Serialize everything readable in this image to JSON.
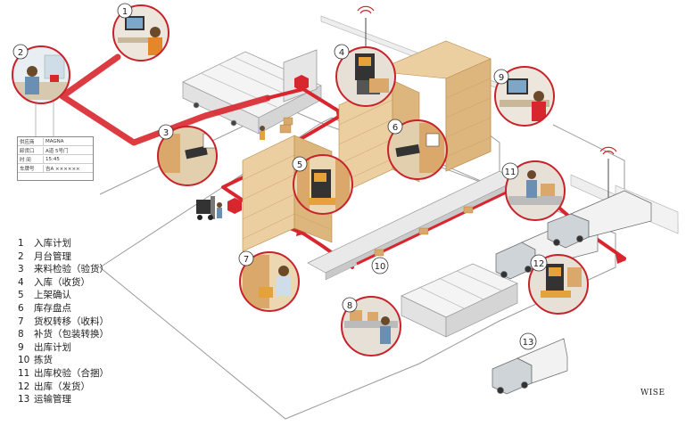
{
  "legend": [
    {
      "n": "1",
      "label": "入库计划"
    },
    {
      "n": "2",
      "label": "月台管理"
    },
    {
      "n": "3",
      "label": "来料检验（验货）"
    },
    {
      "n": "4",
      "label": "入库（收货）"
    },
    {
      "n": "5",
      "label": "上架确认"
    },
    {
      "n": "6",
      "label": "库存盘点"
    },
    {
      "n": "7",
      "label": "货权转移（收料）"
    },
    {
      "n": "8",
      "label": "补货（包装转换）"
    },
    {
      "n": "9",
      "label": "出库计划"
    },
    {
      "n": "10",
      "label": "拣货"
    },
    {
      "n": "11",
      "label": "出库校验（合捆）"
    },
    {
      "n": "12",
      "label": "出库（发货）"
    },
    {
      "n": "13",
      "label": "运输管理"
    }
  ],
  "steps": [
    "1",
    "2",
    "3",
    "4",
    "5",
    "6",
    "7",
    "8",
    "9",
    "10",
    "11",
    "12",
    "13"
  ],
  "card": {
    "rows": [
      {
        "k": "供应商",
        "v": "MAGNA"
      },
      {
        "k": "卸货口",
        "v": "A道 5号门"
      },
      {
        "k": "时 间",
        "v": "15:45"
      },
      {
        "k": "车牌号",
        "v": "吉A ××××××"
      }
    ]
  },
  "brand": "WISE",
  "colors": {
    "flow": "#d8262e",
    "ring": "#c8222a",
    "shelf": "#e8c99a",
    "box": "#d9a86a",
    "truck": "#cfd4d8"
  }
}
